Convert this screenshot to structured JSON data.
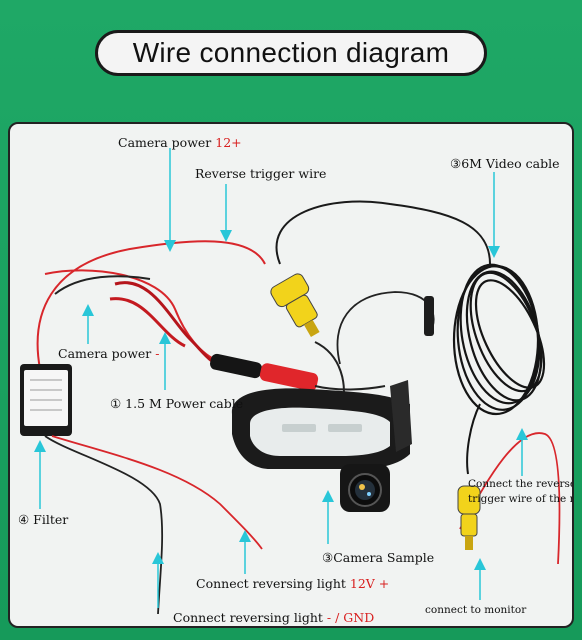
{
  "title": "Wire connection diagram",
  "labels": {
    "camera_power_plus": "Camera power",
    "camera_power_plus_value": "12+",
    "reverse_trigger_wire": "Reverse trigger wire",
    "video_cable": "③6M Video  cable",
    "camera_power_minus": "Camera power",
    "camera_power_minus_value": "-",
    "power_cable": "① 1.5 M Power cable",
    "filter": "④ Filter",
    "camera_sample": "③Camera Sample",
    "connect_reverse_trigger_line1": "Connect the reverse",
    "connect_reverse_trigger_line2": "trigger wire of the monitor",
    "connect_reversing_light_plus": "Connect  reversing light",
    "connect_reversing_light_plus_value": "12V +",
    "connect_to_monitor": "connect to monitor",
    "connect_reversing_light_minus": "Connect  reversing light",
    "connect_reversing_light_minus_value": "- / GND"
  },
  "colors": {
    "background": "#1fa866",
    "panel": "#f1f3f2",
    "arrow": "#29c6d8",
    "red_wire": "#d8262b",
    "yellow_connector": "#f2d31b",
    "label_red": "#d81f1f"
  }
}
